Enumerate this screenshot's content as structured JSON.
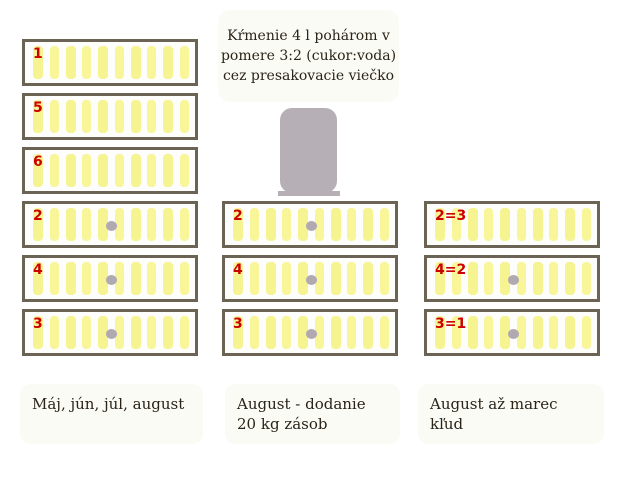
{
  "note": {
    "lines": [
      "Kŕmenie 4 l pohárom v",
      "pomere 3:2 (cukor:voda)",
      "cez presakovacie viečko"
    ]
  },
  "colors": {
    "frame": "#6b6455",
    "comb": "#f8f592",
    "label": "#cc0000",
    "queen_dot": "#b0a9b1",
    "feeder": "#b7afb6"
  },
  "columns": [
    {
      "caption": [
        "Máj, jún, júl, august"
      ],
      "boxes": [
        {
          "label": "1",
          "queen": false
        },
        {
          "label": "5",
          "queen": false
        },
        {
          "label": "6",
          "queen": false
        },
        {
          "label": "2",
          "queen": true
        },
        {
          "label": "4",
          "queen": true
        },
        {
          "label": "3",
          "queen": true
        }
      ]
    },
    {
      "caption": [
        "August - dodanie",
        "20 kg zásob"
      ],
      "feeder": true,
      "boxes": [
        {
          "label": "2",
          "queen": true
        },
        {
          "label": "4",
          "queen": true
        },
        {
          "label": "3",
          "queen": true
        }
      ]
    },
    {
      "caption": [
        "August až marec",
        "kľud"
      ],
      "boxes": [
        {
          "label": "2=3",
          "queen": false
        },
        {
          "label": "4=2",
          "queen": true
        },
        {
          "label": "3=1",
          "queen": true
        }
      ]
    }
  ]
}
